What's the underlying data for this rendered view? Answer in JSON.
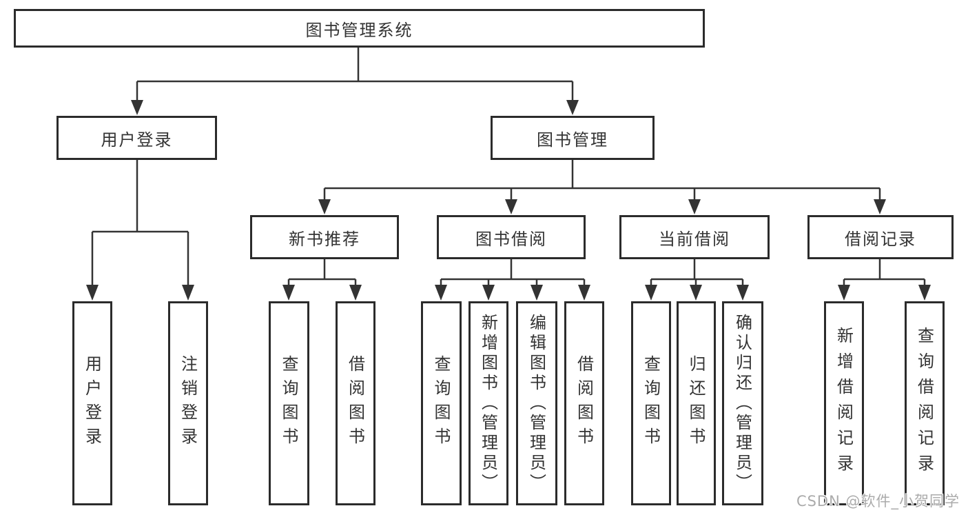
{
  "tree": {
    "label": "图书管理系统",
    "children": [
      {
        "label": "用户登录",
        "children": [
          {
            "label": "用户登录"
          },
          {
            "label": "注销登录"
          }
        ]
      },
      {
        "label": "图书管理",
        "children": [
          {
            "label": "新书推荐",
            "children": [
              {
                "label": "查询图书"
              },
              {
                "label": "借阅图书"
              }
            ]
          },
          {
            "label": "图书借阅",
            "children": [
              {
                "label": "查询图书"
              },
              {
                "label": "新增图书（管理员）"
              },
              {
                "label": "编辑图书（管理员）"
              },
              {
                "label": "借阅图书"
              }
            ]
          },
          {
            "label": "当前借阅",
            "children": [
              {
                "label": "查询图书"
              },
              {
                "label": "归还图书"
              },
              {
                "label": "确认归还（管理员）"
              }
            ]
          },
          {
            "label": "借阅记录",
            "children": [
              {
                "label": "新增借阅记录"
              },
              {
                "label": "查询借阅记录"
              }
            ]
          }
        ]
      }
    ]
  },
  "watermark": {
    "text": "CSDN @软件_小贺同学"
  },
  "colors": {
    "line": "#333333",
    "border": "#2b2b2b",
    "text": "#333333",
    "background": "#ffffff",
    "watermark": "#ababab"
  }
}
